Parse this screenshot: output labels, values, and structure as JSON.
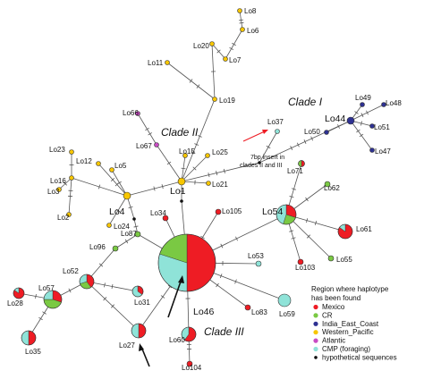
{
  "colors": {
    "Mexico": "#ee1c24",
    "CR": "#7ac943",
    "India_East_Coast": "#2e3192",
    "Western_Pacific": "#f7c600",
    "Atlantic": "#c94cc4",
    "CMP": "#8fe3d8",
    "hypothetical": "#111111"
  },
  "clades": {
    "clade1": "Clade I",
    "clade2": "Clade II",
    "clade3": "Clade III"
  },
  "note": {
    "line1": "7bp insert in",
    "line2": "clades II and III"
  },
  "legend": {
    "title_line1": "Region where haplotype",
    "title_line2": "has been found",
    "items": [
      {
        "label": "Mexico",
        "color": "#ee1c24"
      },
      {
        "label": "CR",
        "color": "#7ac943"
      },
      {
        "label": "India_East_Coast",
        "color": "#2e3192"
      },
      {
        "label": "Western_Pacific",
        "color": "#f7c600"
      },
      {
        "label": "Atlantic",
        "color": "#c94cc4"
      },
      {
        "label": "CMP (foraging)",
        "color": "#8fe3d8"
      },
      {
        "label": "hypothetical sequences",
        "color": "#111111"
      }
    ]
  },
  "nodes": [
    {
      "id": "Lo1",
      "label": "Lo1",
      "pie": [
        [
          "Western_Pacific",
          1
        ]
      ],
      "large": true
    },
    {
      "id": "Lo2",
      "label": "Lo2",
      "pie": [
        [
          "Western_Pacific",
          1
        ]
      ]
    },
    {
      "id": "Lo3",
      "label": "Lo3",
      "pie": [
        [
          "Western_Pacific",
          1
        ]
      ]
    },
    {
      "id": "Lo4",
      "label": "Lo4",
      "pie": [
        [
          "Western_Pacific",
          1
        ]
      ],
      "large": true
    },
    {
      "id": "Lo5",
      "label": "Lo5",
      "pie": [
        [
          "Western_Pacific",
          1
        ]
      ]
    },
    {
      "id": "Lo6",
      "label": "Lo6",
      "pie": [
        [
          "Western_Pacific",
          1
        ]
      ]
    },
    {
      "id": "Lo7",
      "label": "Lo7",
      "pie": [
        [
          "Western_Pacific",
          1
        ]
      ]
    },
    {
      "id": "Lo8",
      "label": "Lo8",
      "pie": [
        [
          "Western_Pacific",
          1
        ]
      ]
    },
    {
      "id": "Lo11",
      "label": "Lo11",
      "pie": [
        [
          "Western_Pacific",
          1
        ]
      ]
    },
    {
      "id": "Lo12",
      "label": "Lo12",
      "pie": [
        [
          "Western_Pacific",
          1
        ]
      ]
    },
    {
      "id": "Lo15",
      "label": "Lo15",
      "pie": [
        [
          "Western_Pacific",
          1
        ]
      ]
    },
    {
      "id": "Lo16",
      "label": "Lo16",
      "pie": [
        [
          "Western_Pacific",
          1
        ]
      ]
    },
    {
      "id": "Lo19",
      "label": "Lo19",
      "pie": [
        [
          "Western_Pacific",
          1
        ]
      ]
    },
    {
      "id": "Lo20",
      "label": "Lo20",
      "pie": [
        [
          "Western_Pacific",
          1
        ]
      ]
    },
    {
      "id": "Lo21",
      "label": "Lo21",
      "pie": [
        [
          "Western_Pacific",
          1
        ]
      ]
    },
    {
      "id": "Lo23",
      "label": "Lo23",
      "pie": [
        [
          "Western_Pacific",
          1
        ]
      ]
    },
    {
      "id": "Lo24",
      "label": "Lo24",
      "pie": [
        [
          "Western_Pacific",
          1
        ]
      ]
    },
    {
      "id": "Lo25",
      "label": "Lo25",
      "pie": [
        [
          "Western_Pacific",
          1
        ]
      ]
    },
    {
      "id": "Lo66",
      "label": "Lo66",
      "pie": [
        [
          "Atlantic",
          1
        ]
      ]
    },
    {
      "id": "Lo67",
      "label": "Lo67",
      "pie": [
        [
          "Atlantic",
          1
        ]
      ]
    },
    {
      "id": "Lo37",
      "label": "Lo37",
      "pie": [
        [
          "CMP",
          1
        ]
      ]
    },
    {
      "id": "Lo44",
      "label": "Lo44",
      "pie": [
        [
          "India_East_Coast",
          1
        ]
      ],
      "large": true
    },
    {
      "id": "Lo47",
      "label": "Lo47",
      "pie": [
        [
          "India_East_Coast",
          1
        ]
      ]
    },
    {
      "id": "Lo48",
      "label": "Lo48",
      "pie": [
        [
          "India_East_Coast",
          1
        ]
      ]
    },
    {
      "id": "Lo49",
      "label": "Lo49",
      "pie": [
        [
          "India_East_Coast",
          1
        ]
      ]
    },
    {
      "id": "Lo50",
      "label": "Lo50",
      "pie": [
        [
          "India_East_Coast",
          1
        ]
      ]
    },
    {
      "id": "Lo51",
      "label": "Lo51",
      "pie": [
        [
          "India_East_Coast",
          1
        ]
      ]
    },
    {
      "id": "Lo71",
      "label": "Lo71",
      "pie": [
        [
          "Mexico",
          0.5
        ],
        [
          "CR",
          0.5
        ]
      ]
    },
    {
      "id": "Lo54",
      "label": "Lo54",
      "pie": [
        [
          "Mexico",
          0.3
        ],
        [
          "CR",
          0.25
        ],
        [
          "CMP",
          0.45
        ]
      ],
      "large": true
    },
    {
      "id": "Lo61",
      "label": "Lo61",
      "pie": [
        [
          "Mexico",
          0.85
        ],
        [
          "CMP",
          0.15
        ]
      ]
    },
    {
      "id": "Lo62",
      "label": "Lo62",
      "pie": [
        [
          "CR",
          1
        ]
      ]
    },
    {
      "id": "Lo55",
      "label": "Lo55",
      "pie": [
        [
          "CR",
          1
        ]
      ]
    },
    {
      "id": "Lo103",
      "label": "Lo103",
      "pie": [
        [
          "Mexico",
          1
        ]
      ]
    },
    {
      "id": "Lo105",
      "label": "Lo105",
      "pie": [
        [
          "Mexico",
          1
        ]
      ]
    },
    {
      "id": "Lo34",
      "label": "Lo34",
      "pie": [
        [
          "Mexico",
          1
        ]
      ]
    },
    {
      "id": "Lo87",
      "label": "Lo87",
      "pie": [
        [
          "CR",
          1
        ]
      ]
    },
    {
      "id": "Lo96",
      "label": "Lo96",
      "pie": [
        [
          "CR",
          1
        ]
      ]
    },
    {
      "id": "Lo53",
      "label": "Lo53",
      "pie": [
        [
          "CMP",
          1
        ]
      ]
    },
    {
      "id": "Lo46",
      "label": "Lo46",
      "pie": [
        [
          "Mexico",
          0.5
        ],
        [
          "CMP",
          0.3
        ],
        [
          "CR",
          0.2
        ]
      ],
      "large": true
    },
    {
      "id": "Lo31",
      "label": "Lo31",
      "pie": [
        [
          "Mexico",
          0.35
        ],
        [
          "CMP",
          0.65
        ]
      ]
    },
    {
      "id": "Lo52",
      "label": "Lo52",
      "pie": [
        [
          "Mexico",
          0.4
        ],
        [
          "CR",
          0.3
        ],
        [
          "CMP",
          0.3
        ]
      ]
    },
    {
      "id": "Lo57",
      "label": "Lo57",
      "pie": [
        [
          "Mexico",
          0.3
        ],
        [
          "CR",
          0.45
        ],
        [
          "CMP",
          0.25
        ]
      ]
    },
    {
      "id": "Lo28",
      "label": "Lo28",
      "pie": [
        [
          "Mexico",
          0.85
        ],
        [
          "CMP",
          0.15
        ]
      ]
    },
    {
      "id": "Lo35",
      "label": "Lo35",
      "pie": [
        [
          "Mexico",
          0.5
        ],
        [
          "CMP",
          0.5
        ]
      ]
    },
    {
      "id": "Lo27",
      "label": "Lo27",
      "pie": [
        [
          "Mexico",
          0.5
        ],
        [
          "CMP",
          0.5
        ]
      ]
    },
    {
      "id": "Lo60",
      "label": "Lo60",
      "pie": [
        [
          "Mexico",
          0.6
        ],
        [
          "CMP",
          0.4
        ]
      ]
    },
    {
      "id": "Lo104",
      "label": "Lo104",
      "pie": [
        [
          "Mexico",
          1
        ]
      ]
    },
    {
      "id": "Lo83",
      "label": "Lo83",
      "pie": [
        [
          "Mexico",
          1
        ]
      ]
    },
    {
      "id": "Lo59",
      "label": "Lo59",
      "pie": [
        [
          "CMP",
          1
        ]
      ]
    }
  ]
}
